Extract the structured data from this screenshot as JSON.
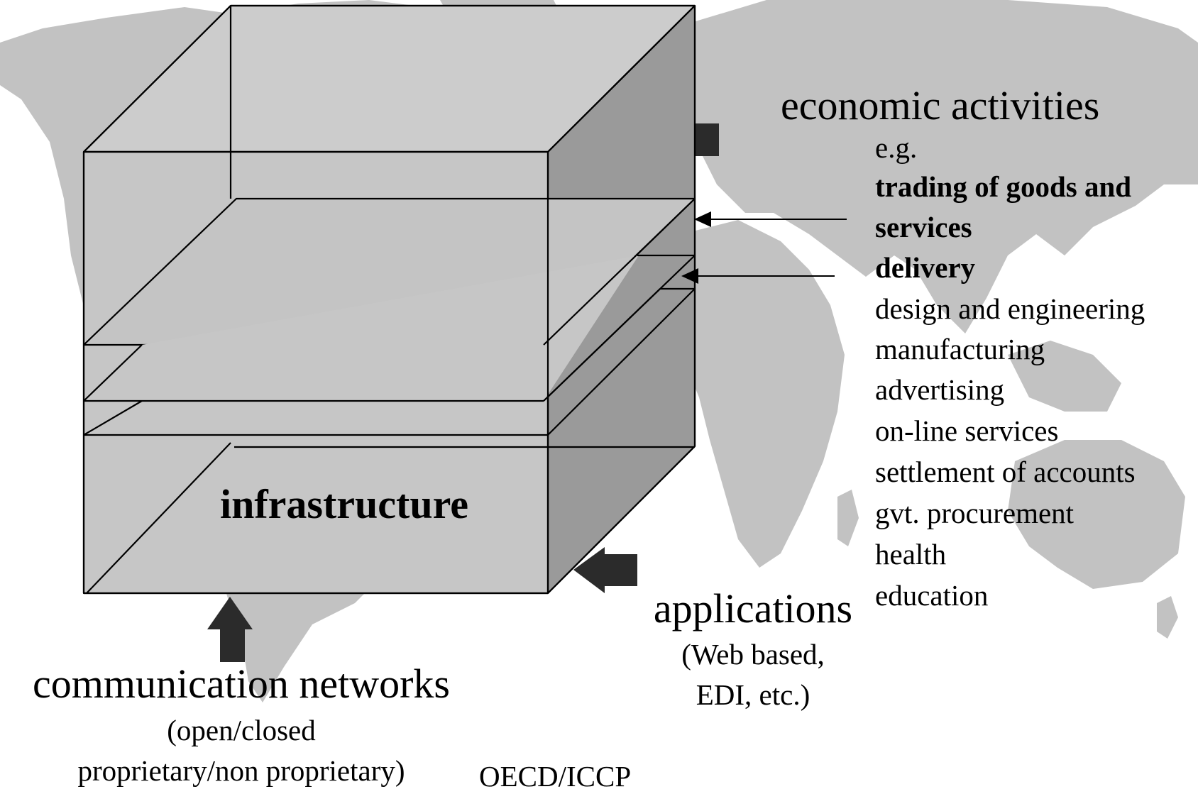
{
  "colors": {
    "background": "#ffffff",
    "world_map": "#c2c2c2",
    "box_light": "#cccccc",
    "box_side": "#9a9a9a",
    "arrow": "#2b2b2b",
    "line": "#000000"
  },
  "icons": {
    "arrow_right_to_box": "block-arrow-left-icon",
    "arrow_applications": "block-arrow-left-icon",
    "arrow_networks": "block-arrow-up-icon",
    "layer_pointer": "thin-arrow-left-icon"
  },
  "box": {
    "label": "infrastructure"
  },
  "economic": {
    "title": "economic activities",
    "eg": "e.g.",
    "bold_items": [
      "trading of goods and",
      "services",
      "delivery"
    ],
    "items": [
      "design and engineering",
      "manufacturing",
      "advertising",
      "on-line services",
      "settlement of accounts",
      "gvt. procurement",
      "health",
      "education"
    ]
  },
  "applications": {
    "title": "applications",
    "line1": "(Web based,",
    "line2": "EDI, etc.)"
  },
  "networks": {
    "title": "communication networks",
    "line1": "(open/closed",
    "line2": "proprietary/non proprietary)"
  },
  "credit": "OECD/ICCP"
}
